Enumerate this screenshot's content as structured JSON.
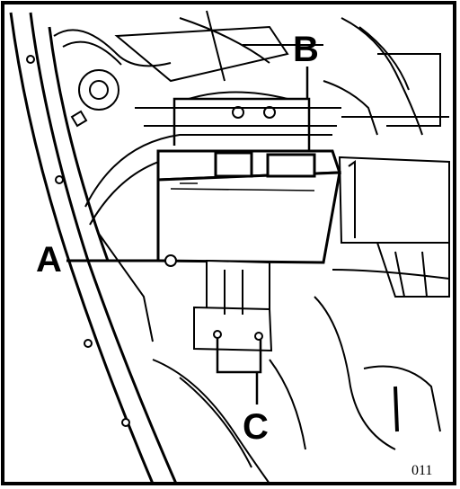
{
  "callouts": {
    "a": "A",
    "b": "B",
    "c": "C"
  },
  "figure_number": "011",
  "colors": {
    "ink": "#000000",
    "paper": "#ffffff"
  }
}
